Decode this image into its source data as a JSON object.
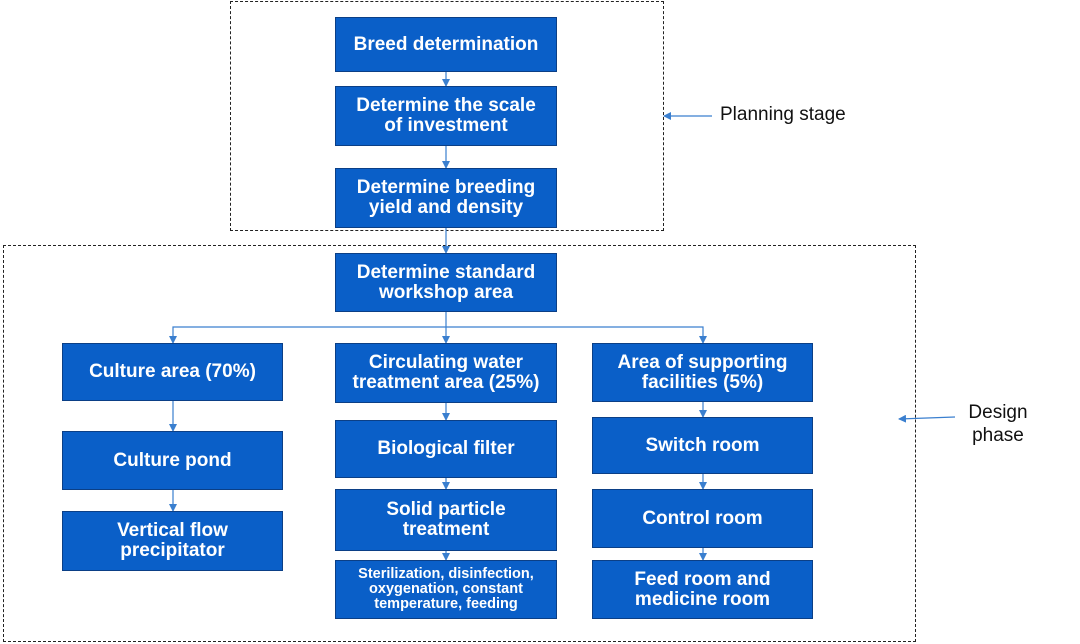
{
  "diagram": {
    "nodes": {
      "breed": "Breed determination",
      "scale": "Determine the scale\nof investment",
      "yield": "Determine breeding\nyield and density",
      "workshop": "Determine standard\nworkshop area",
      "culture_area": "Culture area (70%)",
      "circulating_area": "Circulating water\ntreatment area (25%)",
      "supporting_area": "Area of supporting\nfacilities (5%)",
      "culture_pond": "Culture pond",
      "vertical_flow": "Vertical flow\nprecipitator",
      "bio_filter": "Biological filter",
      "solid_particle": "Solid particle\ntreatment",
      "sterilization": "Sterilization, disinfection,\noxygenation, constant\ntemperature, feeding",
      "switch_room": "Switch room",
      "control_room": "Control room",
      "feed_room": "Feed room and\nmedicine room"
    },
    "stages": {
      "planning": "Planning stage",
      "design": "Design\nphase"
    },
    "colors": {
      "node_fill": "#0a5fc8",
      "node_border": "#0b3f86",
      "connector": "#3a7fcf",
      "text_on_node": "#ffffff"
    }
  }
}
